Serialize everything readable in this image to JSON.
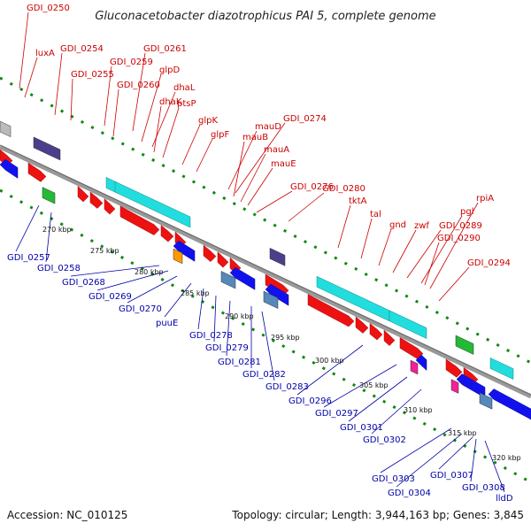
{
  "title": "Gluconacetobacter diazotrophicus PAI 5, complete genome",
  "footer": {
    "accession": "Accession: NC_010125",
    "summary": "Topology: circular; Length: 3,944,163 bp; Genes: 3,845"
  },
  "colors": {
    "forward_label": "#cc0000",
    "reverse_label": "#0000aa",
    "forward_gene": "#ee1111",
    "reverse_gene": "#1111ee",
    "rrna_cyan": "#22dddd",
    "backbone": "#888888",
    "tick_green": "#118811"
  },
  "forward_labels": [
    "GDI_0250",
    "luxA",
    "GDI_0254",
    "GDI_0255",
    "GDI_0259",
    "GDI_0261",
    "GDI_0260",
    "glpD",
    "dhaL",
    "dhaK",
    "ptsP",
    "glpK",
    "glpF",
    "mauD",
    "GDI_0274",
    "mauB",
    "mauA",
    "mauE",
    "GDI_0276",
    "GDI_0280",
    "tktA",
    "tal",
    "gnd",
    "zwf",
    "GDI_0289",
    "pgl",
    "rpiA",
    "GDI_0290",
    "GDI_0294"
  ],
  "reverse_labels": [
    "GDI_0257",
    "GDI_0258",
    "GDI_0268",
    "GDI_0269",
    "GDI_0270",
    "puuE",
    "GDI_0278",
    "GDI_0279",
    "GDI_0281",
    "GDI_0282",
    "GDI_0283",
    "GDI_0296",
    "GDI_0297",
    "GDI_0301",
    "GDI_0302",
    "GDI_0303",
    "GDI_0304",
    "GDI_0307",
    "GDI_0308",
    "lldD"
  ],
  "ticks": [
    "270 kbp",
    "275 kbp",
    "280 kbp",
    "285 kbp",
    "290 kbp",
    "295 kbp",
    "300 kbp",
    "305 kbp",
    "310 kbp",
    "315 kbp",
    "320 kbp"
  ]
}
